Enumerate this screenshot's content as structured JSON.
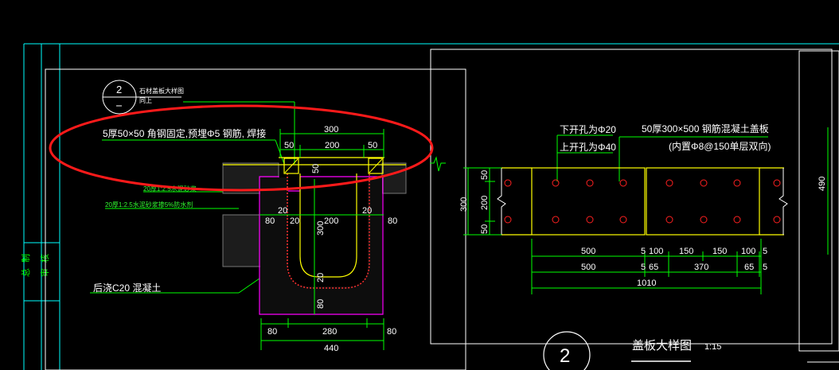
{
  "colors": {
    "background": "#000000",
    "frame": "#00ffff",
    "leader": "#00ff00",
    "outline": "#ffffff",
    "concrete": "#ff00ff",
    "rebar": "#ff0000",
    "steel": "#ffff00",
    "annotation_ellipse": "#ff1a1a"
  },
  "side_strip": {
    "labels": [
      "总",
      "制",
      "审",
      "核"
    ]
  },
  "channel_section": {
    "index_number": "2",
    "index_note_top": "石材盖板大样图",
    "index_note_bottom": "同上",
    "angle_note": "5厚50×50 角钢固定,预埋Φ5 钢筋, 焊接",
    "mortar_note_1": "20厚1:2.5水泥砂浆",
    "mortar_note_2": "20厚1:2.5水泥砂浆掺5%防水剂",
    "concrete_note": "后浇C20 混凝土",
    "dims": {
      "top_overall": "300",
      "top_left": "50",
      "top_mid": "200",
      "top_right": "50",
      "lid_thickness": "50",
      "left_wall": "80",
      "left_plaster_a": "20",
      "left_plaster_b": "20",
      "inner_width": "200",
      "right_plaster": "20",
      "right_wall": "80",
      "depth": "300",
      "bottom_plaster": "20",
      "base": "80",
      "bottom_left": "80",
      "bottom_mid": "280",
      "bottom_right": "80",
      "bottom_overall": "440"
    }
  },
  "cover_plate": {
    "hole_bottom_note": "下开孔为Φ20",
    "hole_top_note": "上开孔为Φ40",
    "plate_note": "50厚300×500  钢筋混凝土盖板",
    "rebar_note": "(内置Φ8@150单层双向)",
    "dims_left": {
      "overall": "300",
      "top": "50",
      "mid": "200",
      "bottom": "50"
    },
    "dims_row1": [
      "500",
      "5",
      "100",
      "150",
      "150",
      "100",
      "5"
    ],
    "dims_row2": [
      "500",
      "5",
      "65",
      "370",
      "65",
      "5"
    ],
    "dims_total": "1010",
    "right_dim": "490",
    "title": "盖板大样图",
    "scale": "1:15",
    "index_number": "2"
  }
}
